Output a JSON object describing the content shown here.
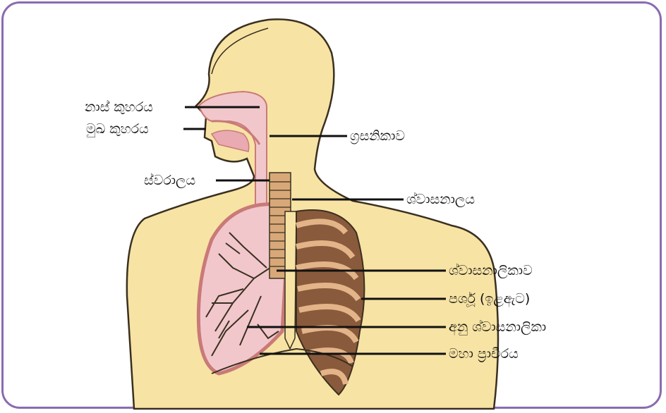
{
  "labels": {
    "nasal_cavity": "නාස් කුහරය",
    "oral_cavity": "මුඛ කුහරය",
    "larynx": "ස්වරාලය",
    "pharynx": "ග්‍රසනිකාව",
    "trachea": "ශ්වාසනාලය",
    "bronchus": "ශ්වාසනාලිකාව",
    "ribs": "පර්ශූ (ඉළඇට)",
    "bronchioles": "අනු ශ්වාසනාලිකා",
    "diaphragm": "මහා ප්‍රාචීරය"
  },
  "colors": {
    "skin": "#f7e3a4",
    "skin_outline": "#3a3020",
    "tissue_pink": "#f1c7cc",
    "lung_border": "#c97a78",
    "trachea_ring": "#d8a878",
    "muscle_brown": "#8a5a3c",
    "frame": "#8a6bb0"
  }
}
